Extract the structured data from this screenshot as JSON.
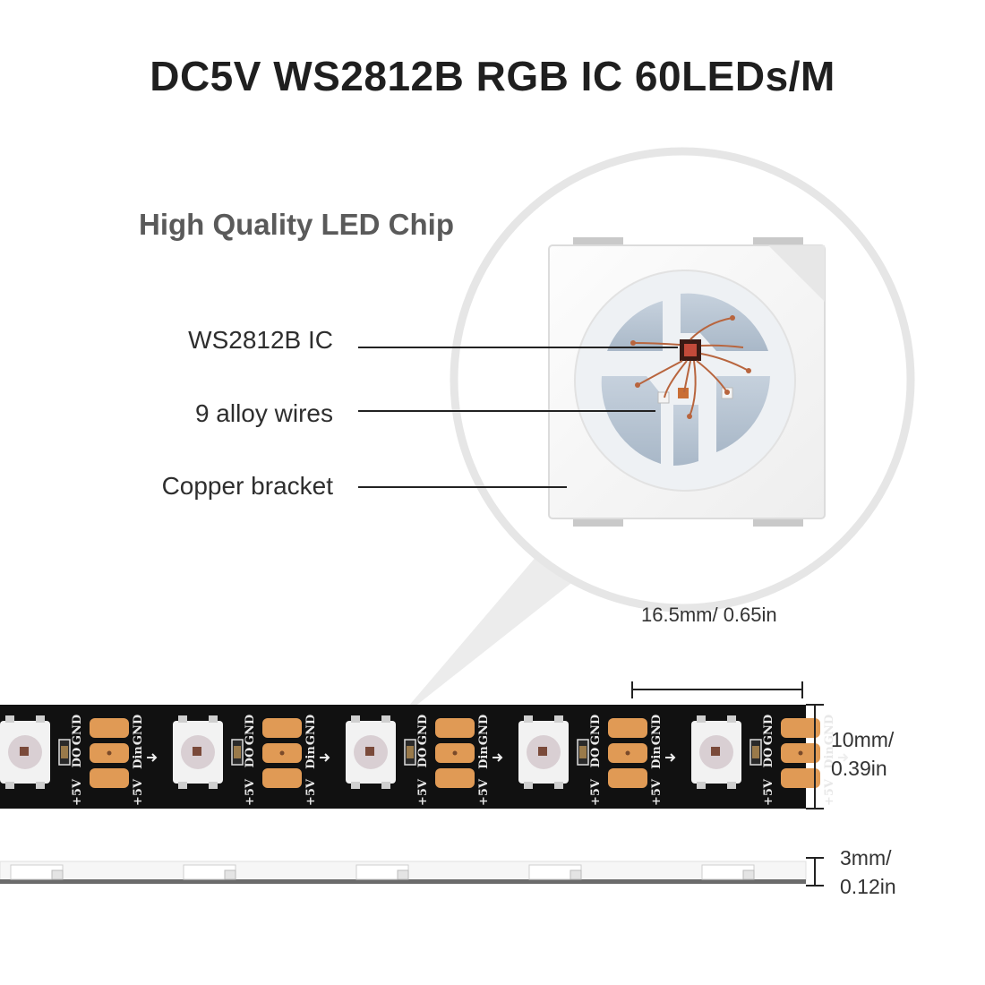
{
  "title": "DC5V WS2812B RGB IC 60LEDs/M",
  "section_title": "High Quality LED Chip",
  "callouts": [
    {
      "label": "WS2812B IC"
    },
    {
      "label": "9 alloy wires"
    },
    {
      "label": "Copper bracket"
    }
  ],
  "dimensions": {
    "segment_length": "16.5mm/ 0.65in",
    "width_line1": "10mm/",
    "width_line2": "0.39in",
    "thickness_line1": "3mm/",
    "thickness_line2": "0.12in"
  },
  "pcb_labels": {
    "gnd": "GND",
    "do": "DO",
    "din": "Din",
    "v5": "+5V"
  },
  "colors": {
    "strip_black": "#111111",
    "copper_pad": "#e09a55",
    "chip_cavity": "#b9c7d6",
    "magnifier_circle": "#e4e4e4"
  }
}
